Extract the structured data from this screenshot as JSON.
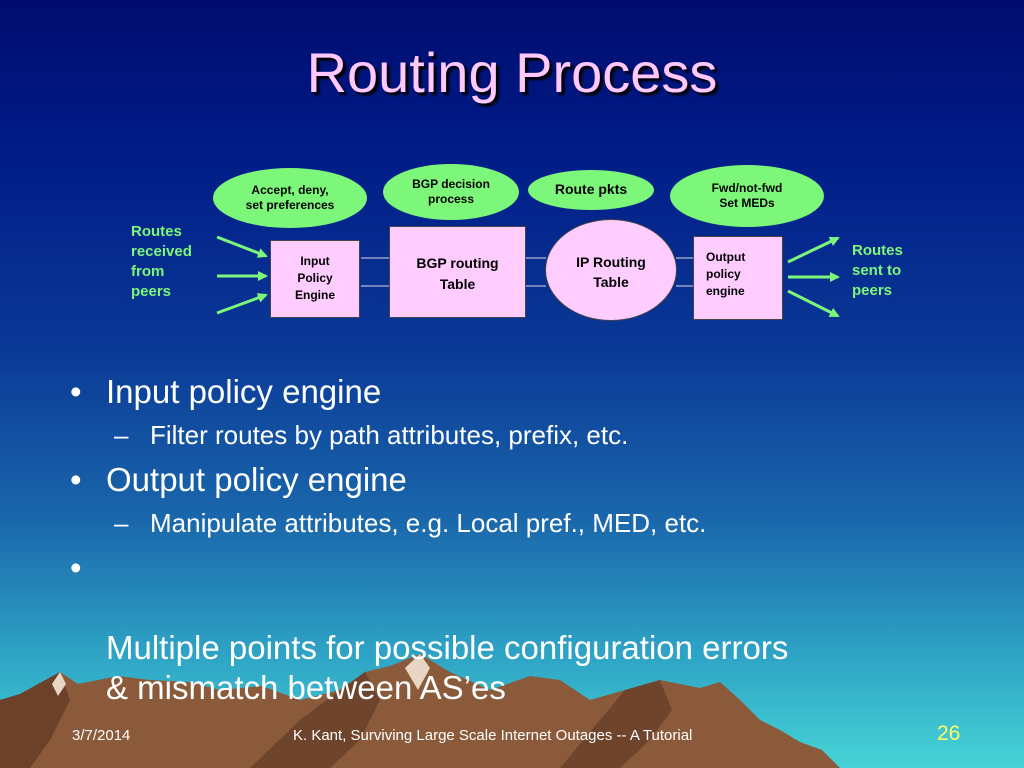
{
  "title": "Routing Process",
  "diagram": {
    "ovals": {
      "accept": "Accept, deny,\nset preferences",
      "bgp_decision": "BGP decision\nprocess",
      "route_pkts": "Route pkts",
      "fwd": "Fwd/not-fwd\nSet MEDs"
    },
    "boxes": {
      "input_policy": "Input\nPolicy\nEngine",
      "bgp_table": "BGP routing\nTable",
      "ip_table": "IP Routing\nTable",
      "output_policy": "Output\npolicy\nengine"
    },
    "labels": {
      "received": "Routes\nreceived\nfrom\npeers",
      "sent": "Routes\nsent to\npeers"
    },
    "colors": {
      "oval": "#7df77a",
      "box": "#ffccff",
      "title": "#ffc8ff",
      "arrow": "#7df77a"
    }
  },
  "bullets": [
    {
      "level": 1,
      "text": "Input policy engine"
    },
    {
      "level": 2,
      "text": "Filter routes by path attributes, prefix, etc."
    },
    {
      "level": 1,
      "text": "Output policy engine"
    },
    {
      "level": 2,
      "text": "Manipulate attributes, e.g. Local pref., MED, etc."
    },
    {
      "level": 1,
      "text": "Multiple points for possible configuration errors\n& mismatch between AS’es"
    }
  ],
  "footer": {
    "date": "3/7/2014",
    "center": "K. Kant, Surviving Large Scale Internet Outages -- A Tutorial",
    "page": "26"
  }
}
